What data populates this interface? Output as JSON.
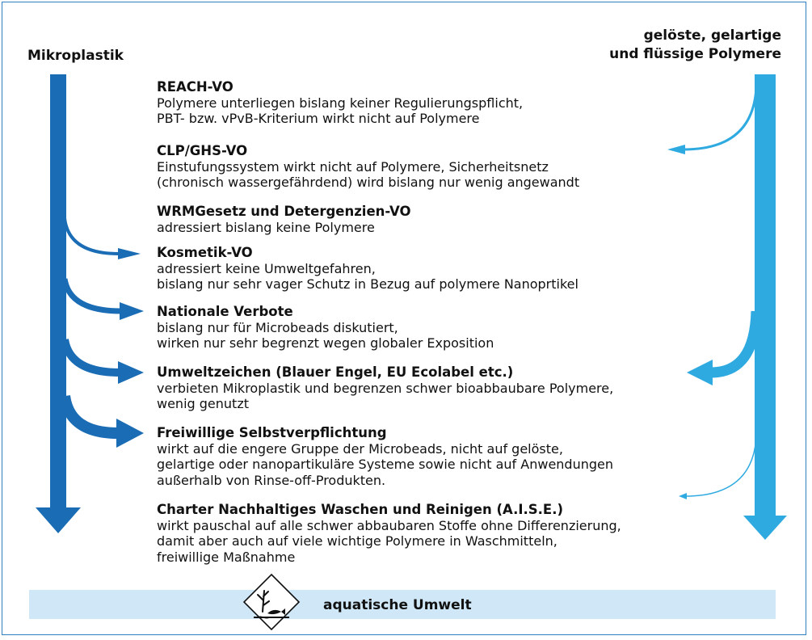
{
  "header_left": "Mikroplastik",
  "header_right": [
    "gelöste, gelartige",
    "und flüssige Polymere"
  ],
  "items": [
    {
      "title": "REACH-VO",
      "lines": [
        "Polymere unterliegen bislang keiner Regulierungspflicht,",
        "PBT- bzw. vPvB-Kriterium wirkt nicht auf Polymere"
      ]
    },
    {
      "title": "CLP/GHS-VO",
      "lines": [
        "Einstufungssystem wirkt nicht auf Polymere, Sicherheitsnetz",
        "(chronisch wassergefährdend) wird bislang nur wenig angewandt"
      ]
    },
    {
      "title": "WRMGesetz und Detergenzien-VO",
      "lines": [
        "adressiert bislang keine Polymere"
      ]
    },
    {
      "title": "Kosmetik-VO",
      "lines": [
        "adressiert keine Umweltgefahren,",
        "bislang nur sehr vager Schutz in Bezug auf polymere Nanoprtikel"
      ]
    },
    {
      "title": "Nationale Verbote",
      "lines": [
        "bislang nur für Microbeads diskutiert,",
        "wirken nur sehr begrenzt wegen globaler Exposition"
      ]
    },
    {
      "title": "Umweltzeichen (Blauer Engel, EU Ecolabel etc.)",
      "lines": [
        "verbieten Mikroplastik und begrenzen schwer bioabbaubare Polymere,",
        "wenig genutzt"
      ]
    },
    {
      "title": "Freiwillige Selbstverpflichtung",
      "lines": [
        "wirkt auf die engere Gruppe der Microbeads, nicht auf gelöste,",
        "gelartige oder nanopartikuläre Systeme sowie nicht auf Anwendungen",
        "außerhalb von Rinse-off-Produkten."
      ]
    },
    {
      "title": "Charter Nachhaltiges Waschen und Reinigen (A.I.S.E.)",
      "lines": [
        "wirkt pauschal auf alle schwer abbaubaren Stoffe ohne Differenzierung,",
        "damit aber auch auf viele wichtige Polymere in Waschmitteln,",
        "freiwillige Maßnahme"
      ]
    }
  ],
  "footer_label": "aquatische Umwelt",
  "hazard_icon": "environment-hazard-icon",
  "colors": {
    "dark_blue": "#1a6db5",
    "light_blue": "#2eaae1",
    "band": "#cfe7f7",
    "frame": "#2f7fc1"
  }
}
